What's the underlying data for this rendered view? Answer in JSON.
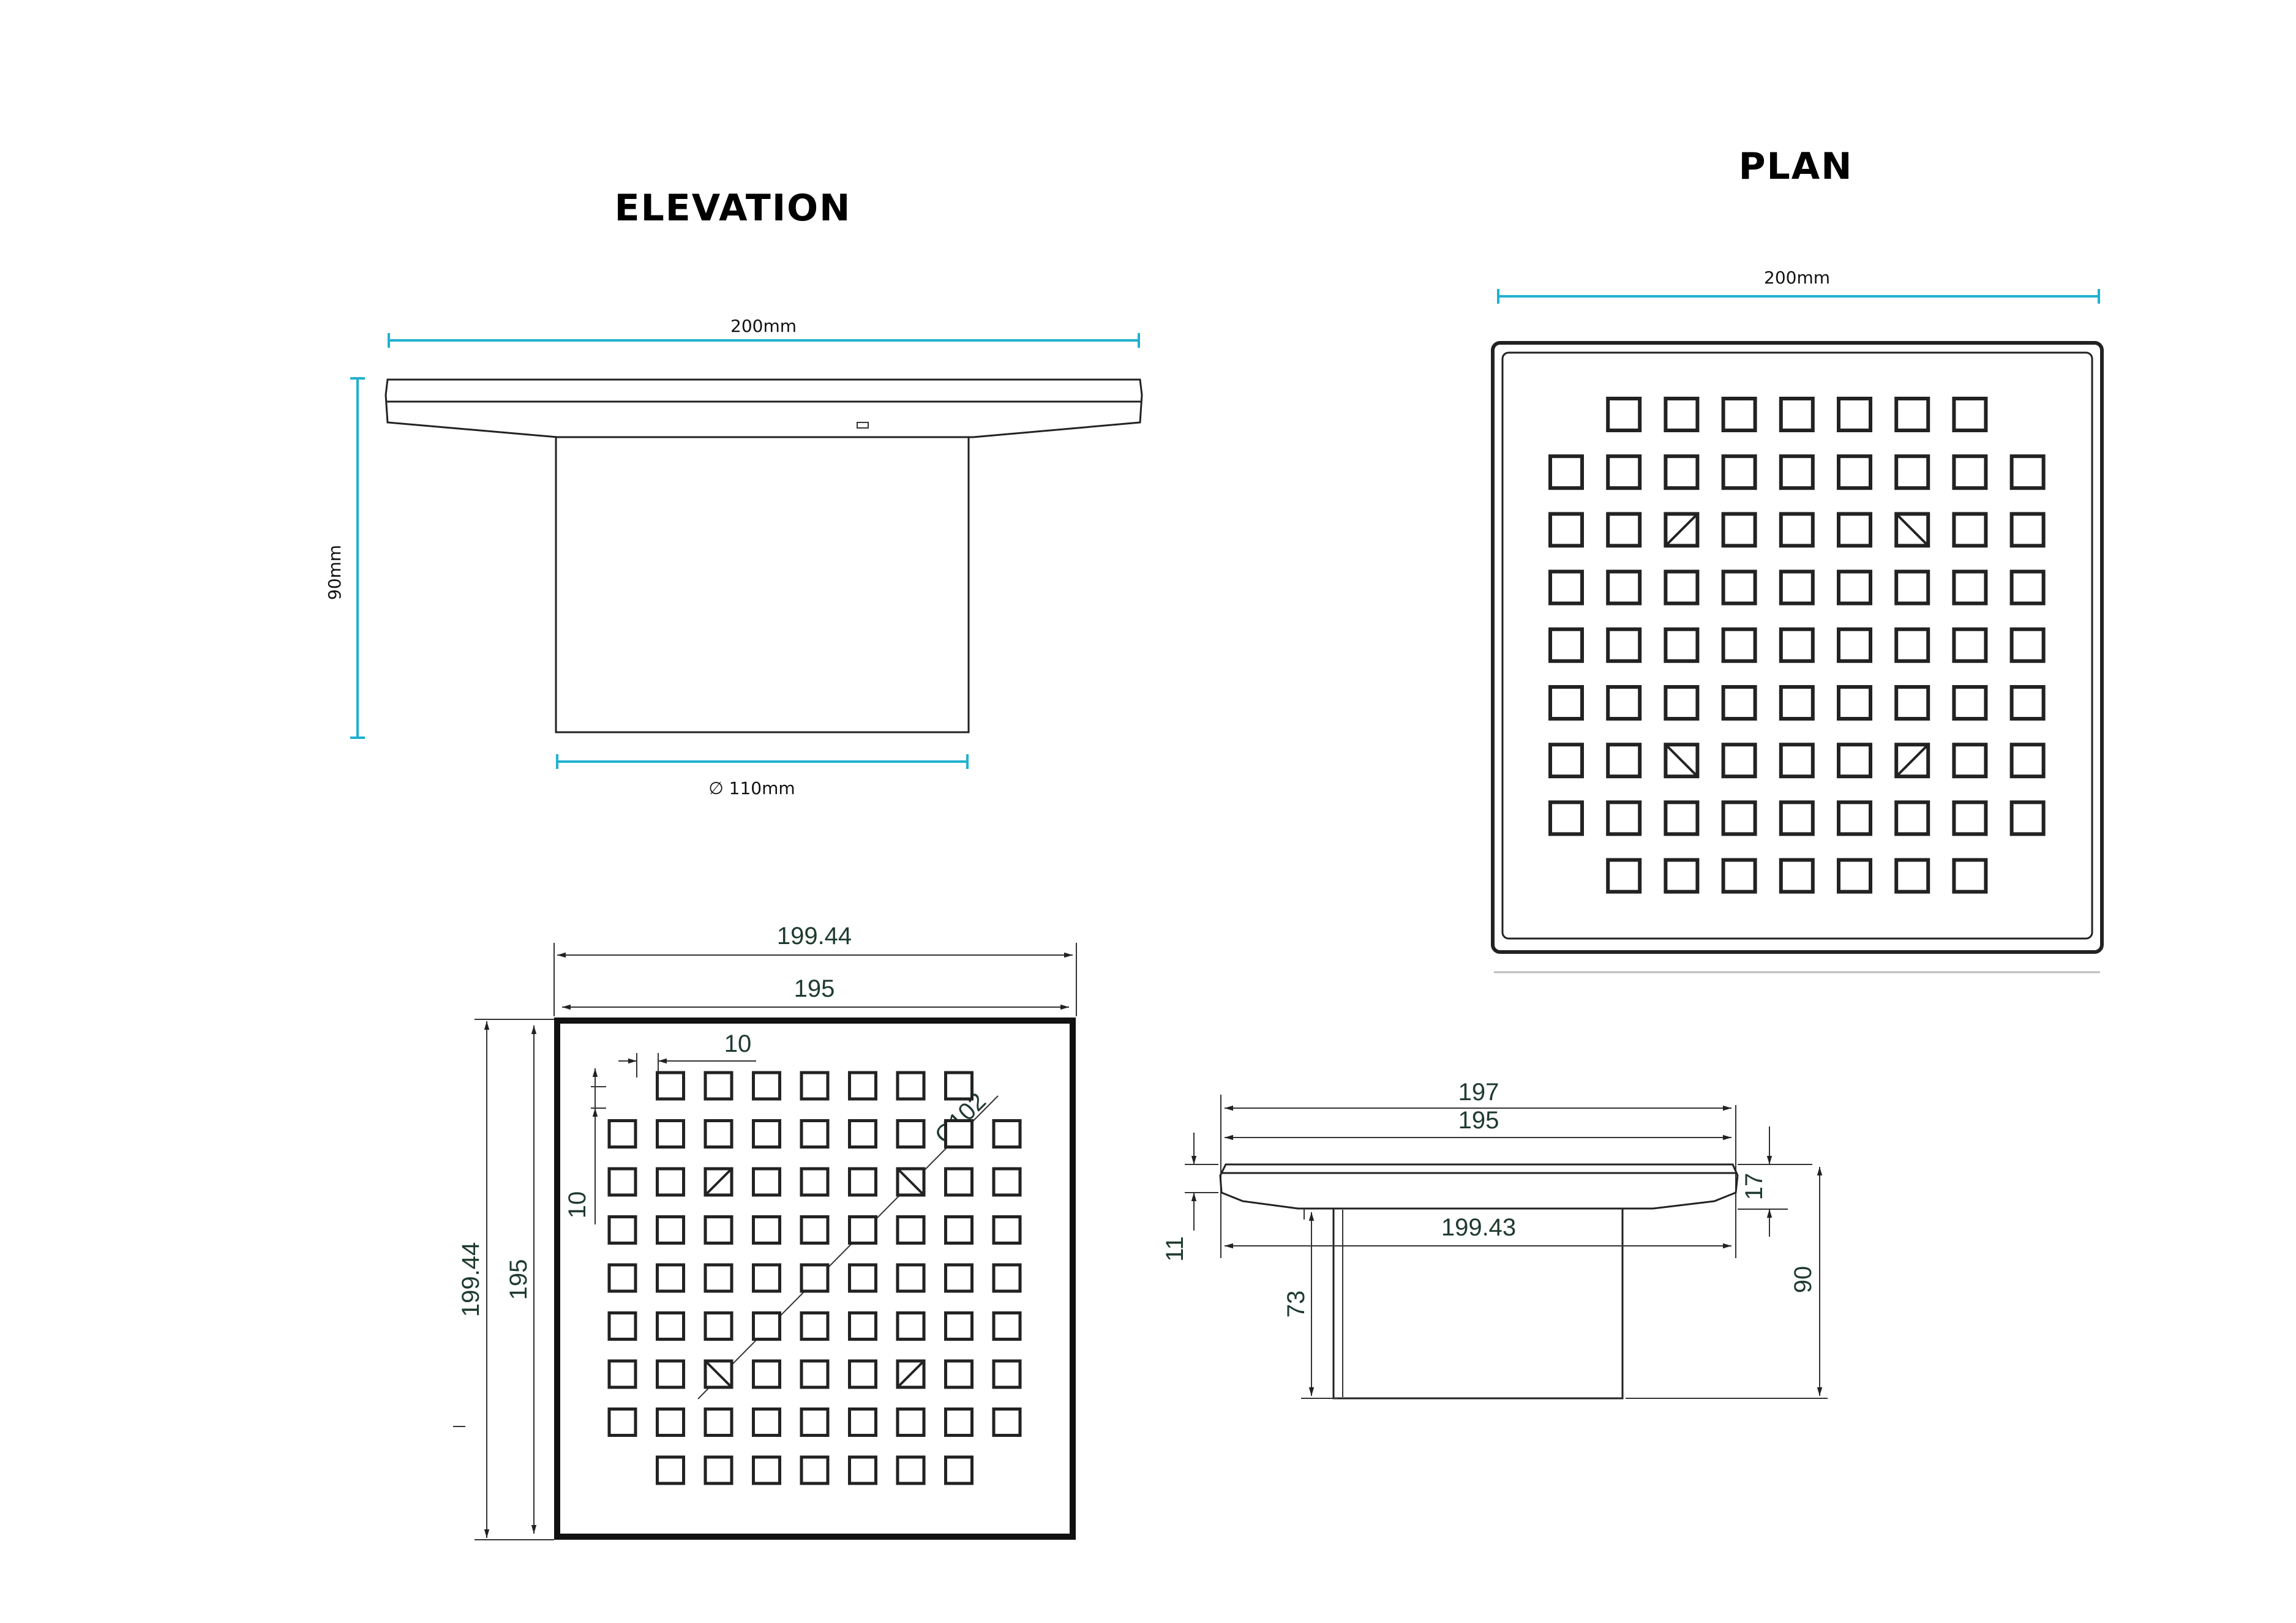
{
  "titles": {
    "elevation": "ELEVATION",
    "plan": "PLAN"
  },
  "elevation": {
    "width_label": "200mm",
    "height_label": "90mm",
    "pipe_label": "∅ 110mm"
  },
  "plan": {
    "width_label": "200mm",
    "grid": {
      "row_counts": [
        7,
        9,
        9,
        9,
        9,
        9,
        9,
        9,
        7
      ],
      "slashed": [
        {
          "row": 2,
          "col": 2,
          "dir": "up"
        },
        {
          "row": 2,
          "col": 6,
          "dir": "down"
        },
        {
          "row": 6,
          "col": 2,
          "dir": "down"
        },
        {
          "row": 6,
          "col": 6,
          "dir": "up"
        }
      ]
    }
  },
  "cad_plan": {
    "outer_width": "199.44",
    "inner_width": "195",
    "hole_pitch": "10",
    "hole_size": "10",
    "diagonal": "Ø102",
    "outer_height": "199.44",
    "inner_height": "195"
  },
  "cad_section": {
    "top_width": "197",
    "inner_width": "195",
    "bottom_width": "199.43",
    "rim_height": "11",
    "plate_height": "17",
    "pipe_height": "73",
    "total_height": "90"
  },
  "colors": {
    "dimension_cyan": "#1fb1cf",
    "cad_text": "#1e3a2e",
    "line": "#222222"
  }
}
